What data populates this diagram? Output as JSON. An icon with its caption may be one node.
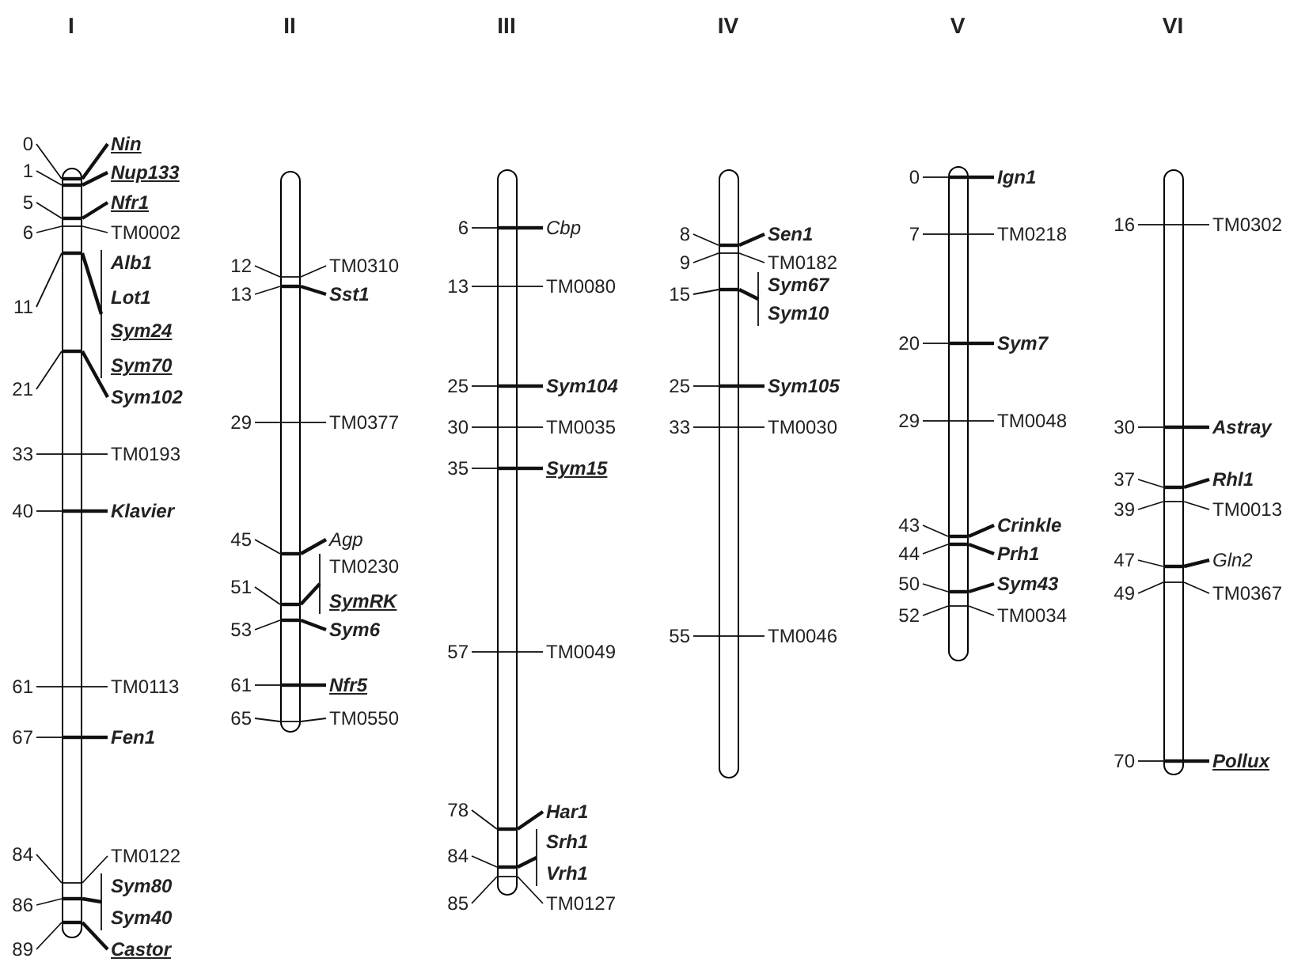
{
  "diagram": {
    "nodes": [
      {
        "text": [],
        "shape": "bar",
        "beside": [
          "0",
          "Nin",
          "1",
          "Nup133",
          "5",
          "Nfr1",
          "6",
          "TM0002",
          "11",
          "Alb1",
          "Lot1",
          "Sym24",
          "Sym70",
          "21",
          "Sym102",
          "33",
          "TM0193",
          "40",
          "Klavier",
          "61",
          "TM0113",
          "67",
          "Fen1",
          "84",
          "TM0122",
          "86",
          "Sym80",
          "Sym40",
          "89",
          "Castor"
        ]
      },
      {
        "text": [],
        "shape": "bar",
        "beside": [
          "12",
          "TM0310",
          "13",
          "Sst1",
          "29",
          "TM0377",
          "45",
          "Agp",
          "51",
          "TM0230",
          "SymRK",
          "53",
          "Sym6",
          "61",
          "Nfr5",
          "65",
          "TM0550"
        ]
      },
      {
        "text": [],
        "shape": "bar",
        "beside": [
          "6",
          "Cbp",
          "13",
          "TM0080",
          "25",
          "Sym104",
          "30",
          "TM0035",
          "35",
          "Sym15",
          "57",
          "TM0049",
          "78",
          "Har1",
          "84",
          "Srh1",
          "Vrh1",
          "85",
          "TM0127"
        ]
      },
      {
        "text": [],
        "shape": "bar",
        "beside": [
          "8",
          "Sen1",
          "9",
          "TM0182",
          "15",
          "Sym67",
          "Sym10",
          "25",
          "Sym105",
          "33",
          "TM0030",
          "55",
          "TM0046"
        ]
      },
      {
        "text": [],
        "shape": "bar",
        "beside": [
          "0",
          "Ign1",
          "7",
          "TM0218",
          "20",
          "Sym7",
          "29",
          "TM0048",
          "43",
          "Crinkle",
          "44",
          "Prh1",
          "50",
          "Sym43",
          "52",
          "TM0034"
        ]
      },
      {
        "text": [],
        "shape": "bar",
        "beside": [
          "16",
          "TM0302",
          "30",
          "Astray",
          "37",
          "Rhl1",
          "39",
          "TM0013",
          "47",
          "Gln2",
          "49",
          "TM0367",
          "70",
          "Pollux"
        ]
      }
    ],
    "labels": [
      "I",
      "II",
      "III",
      "IV",
      "V",
      "VI"
    ]
  }
}
